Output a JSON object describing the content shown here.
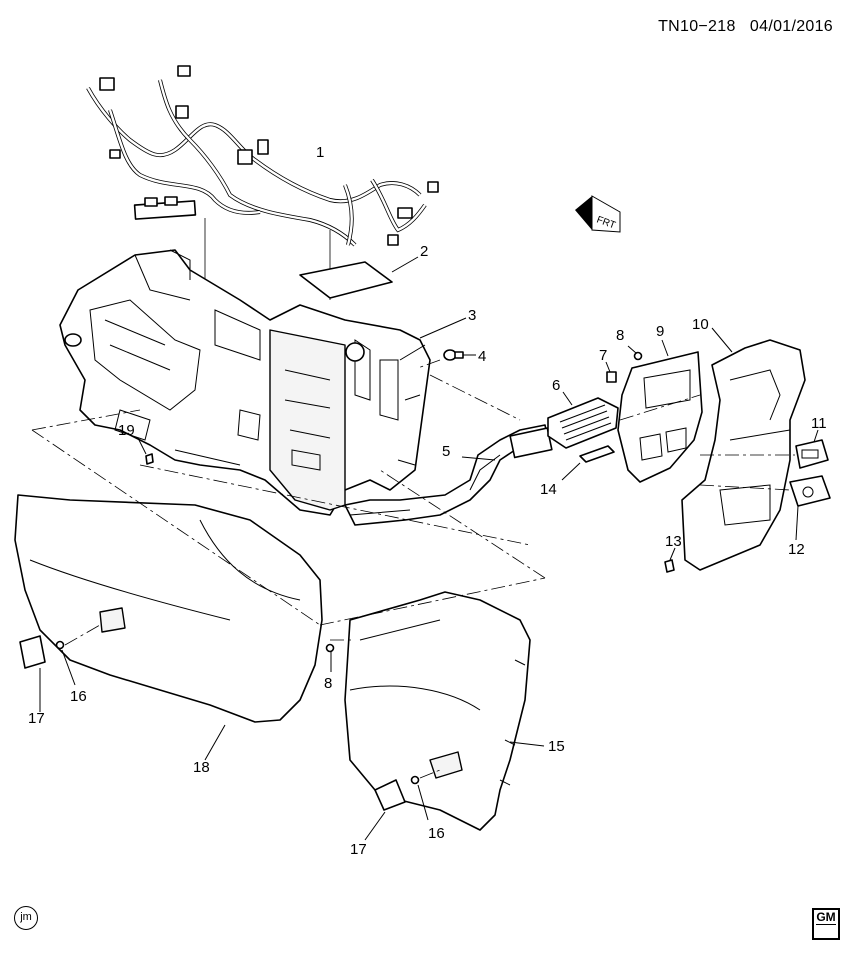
{
  "header": {
    "doc_id": "TN10−218",
    "date": "04/01/2016"
  },
  "orientation": {
    "label": "FRT",
    "icon": "front-direction-arrow-icon"
  },
  "callouts": [
    "1",
    "2",
    "3",
    "4",
    "5",
    "6",
    "7",
    "8",
    "9",
    "10",
    "11",
    "12",
    "13",
    "14",
    "15",
    "16",
    "17",
    "18",
    "19",
    "8",
    "16",
    "17"
  ],
  "footer": {
    "author_badge": "jm",
    "logo_text": "GM"
  }
}
